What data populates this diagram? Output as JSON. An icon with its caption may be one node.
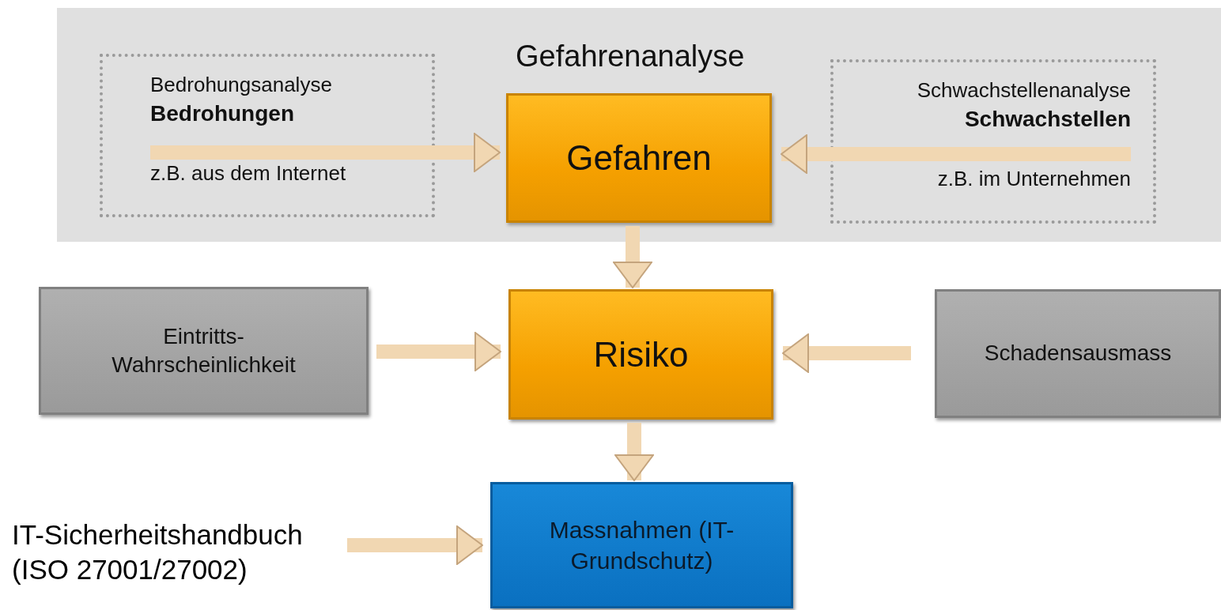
{
  "diagram": {
    "nodes": [
      {
        "text": [
          "Gefahrenanalyse"
        ]
      },
      {
        "text": [
          "Bedrohungsanalyse",
          "Bedrohungen",
          "z.B. aus dem Internet"
        ],
        "in": 0
      },
      {
        "text": [
          "Gefahren"
        ],
        "in": 0
      },
      {
        "text": [
          "Schwachstellenanalyse",
          "Schwachstellen",
          "z.B. im Unternehmen"
        ],
        "in": 0
      },
      {
        "text": [
          "Eintritts- Wahrscheinlichkeit"
        ]
      },
      {
        "text": [
          "Risiko"
        ]
      },
      {
        "text": [
          "Schadensausmass"
        ]
      },
      {
        "text": [
          "IT-Sicherheitshandbuch (ISO 27001/27002)"
        ]
      },
      {
        "text": [
          "Massnahmen (IT-Grundschutz)"
        ]
      }
    ],
    "edges": [
      {
        "from": 1,
        "to": 2,
        "arrow": "to"
      },
      {
        "from": 3,
        "to": 2,
        "arrow": "to"
      },
      {
        "from": 2,
        "to": 5,
        "arrow": "to"
      },
      {
        "from": 4,
        "to": 5,
        "arrow": "to"
      },
      {
        "from": 6,
        "to": 5,
        "arrow": "to"
      },
      {
        "from": 5,
        "to": 8,
        "arrow": "to"
      },
      {
        "from": 7,
        "to": 8,
        "arrow": "to"
      }
    ]
  }
}
